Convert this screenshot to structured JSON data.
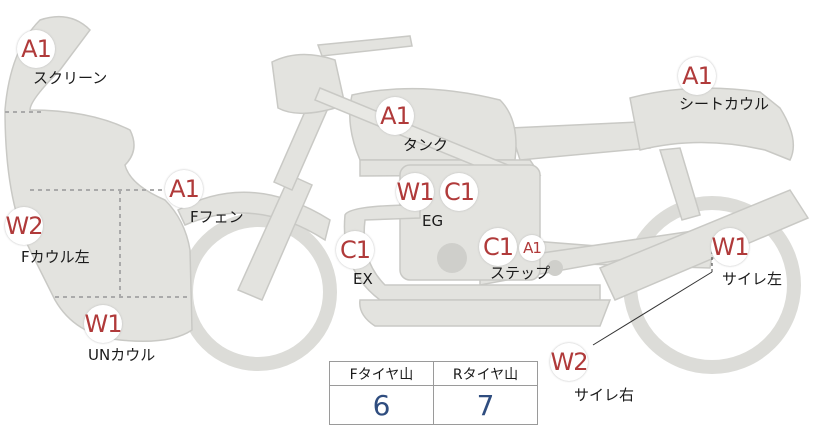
{
  "parts": [
    {
      "id": "screen",
      "badge": "A1",
      "label": "スクリーン"
    },
    {
      "id": "tank",
      "badge": "A1",
      "label": "タンク"
    },
    {
      "id": "seat-cowl",
      "badge": "A1",
      "label": "シートカウル"
    },
    {
      "id": "front-fender",
      "badge": "A1",
      "label": "Fフェン"
    },
    {
      "id": "front-cowl-left",
      "badge": "W2",
      "label": "Fカウル左"
    },
    {
      "id": "engine",
      "badges": [
        "W1",
        "C1"
      ],
      "label": "EG"
    },
    {
      "id": "exhaust",
      "badge": "C1",
      "label": "EX"
    },
    {
      "id": "step",
      "badges": [
        "C1",
        "A1"
      ],
      "label": "ステップ"
    },
    {
      "id": "silencer-left",
      "badge": "W1",
      "label": "サイレ左"
    },
    {
      "id": "under-cowl",
      "badge": "W1",
      "label": "UNカウル"
    },
    {
      "id": "silencer-right",
      "badge": "W2",
      "label": "サイレ右"
    }
  ],
  "tire_table": {
    "headers": [
      "Fタイヤ山",
      "Rタイヤ山"
    ],
    "values": [
      "6",
      "7"
    ]
  },
  "colors": {
    "body_fill": "#e3e3df",
    "body_stroke": "#c9c9c5",
    "badge_text": "#b03a3a",
    "value_text": "#2f4d7f"
  }
}
